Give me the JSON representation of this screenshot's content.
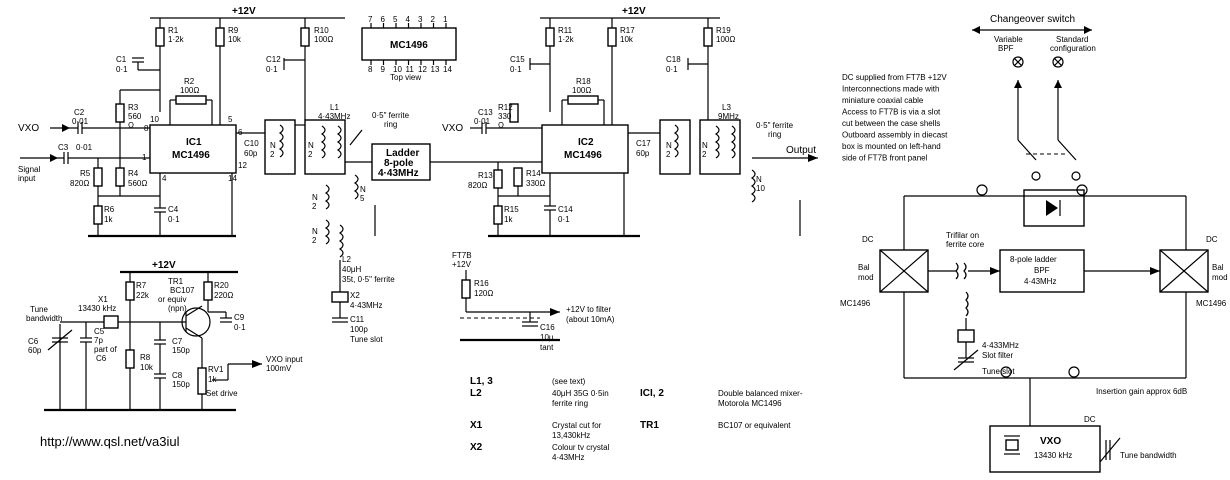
{
  "url": "http://www.qsl.net/va3iul",
  "rails": {
    "left": "+12V",
    "mid": "+12V",
    "right": "+12V",
    "vxo_rail": "+12V",
    "ft7b": "FT7B",
    "ft7b_v": "+12V"
  },
  "left": {
    "vxo_in": "VXO",
    "signal_in_1": "Signal",
    "signal_in_2": "input",
    "r1": [
      "R1",
      "1·2k"
    ],
    "r9": [
      "R9",
      "10k"
    ],
    "r10": [
      "R10",
      "100Ω"
    ],
    "r2": [
      "R2",
      "100Ω"
    ],
    "r3": [
      "R3",
      "560",
      "Ω"
    ],
    "r4": [
      "R4",
      "560Ω"
    ],
    "r5": [
      "R5",
      "820Ω"
    ],
    "r6": [
      "R6",
      "1k"
    ],
    "c1": [
      "C1",
      "0·1"
    ],
    "c2": [
      "C2",
      "0·01"
    ],
    "c3": [
      "C3",
      "0·01"
    ],
    "c4": [
      "C4",
      "0·1"
    ],
    "c12": [
      "C12",
      "0·1"
    ],
    "c10": [
      "C10",
      "60p"
    ],
    "ic1": [
      "IC1",
      "MC1496"
    ],
    "pins": [
      "10",
      "8",
      "5",
      "6",
      "1",
      "4",
      "14",
      "12"
    ],
    "l1": [
      "L1",
      "4·43MHz"
    ],
    "n2a": [
      "N",
      "2"
    ],
    "n2b": [
      "N",
      "2"
    ]
  },
  "center": {
    "chip_name": "MC1496",
    "pins_top": [
      "7",
      "6",
      "5",
      "4",
      "3",
      "2",
      "1"
    ],
    "pins_bottom": [
      "8",
      "9",
      "10",
      "11",
      "12",
      "13",
      "14"
    ],
    "top_view": "Top view",
    "ferrite_ring": [
      "0·5\" ferrite",
      "ring"
    ],
    "ladder": [
      "Ladder",
      "8-pole",
      "4·43MHz"
    ],
    "n5": [
      "N",
      "5"
    ],
    "n2c": [
      "N",
      "2"
    ],
    "n2d": [
      "N",
      "2"
    ],
    "l2": [
      "L2",
      "40μH",
      "35t, 0·5\" ferrite"
    ],
    "x2": [
      "X2",
      "4·43MHz"
    ],
    "c11": [
      "C11",
      "100p",
      "Tune slot"
    ]
  },
  "mid": {
    "vxo_in": "VXO",
    "r11": [
      "R11",
      "1·2k"
    ],
    "r17": [
      "R17",
      "10k"
    ],
    "r19": [
      "R19",
      "100Ω"
    ],
    "r18": [
      "R18",
      "100Ω"
    ],
    "r12": [
      "R12",
      "330",
      "Ω"
    ],
    "r13": [
      "R13",
      "820Ω"
    ],
    "r14": [
      "R14",
      "330Ω"
    ],
    "r15": [
      "R15",
      "1k"
    ],
    "r16": [
      "R16",
      "120Ω"
    ],
    "c13": [
      "C13",
      "0·01"
    ],
    "c14": [
      "C14",
      "0·1"
    ],
    "c15": [
      "C15",
      "0·1"
    ],
    "c16": [
      "C16",
      "10μ",
      "tant"
    ],
    "c17": [
      "C17",
      "60p"
    ],
    "c18": [
      "C18",
      "0·1"
    ],
    "ic2": [
      "IC2",
      "MC1496"
    ],
    "l3": [
      "L3",
      "9MHz"
    ],
    "ferrite2": [
      "0·5\" ferrite",
      "ring"
    ],
    "output": "Output",
    "n10": [
      "N",
      "10"
    ],
    "n2e": [
      "N",
      "2"
    ],
    "n2f": [
      "N",
      "2"
    ],
    "to_filter": [
      "+12V to filter",
      "(about 10mA)"
    ]
  },
  "vxo": {
    "tune_bw": [
      "Tune",
      "bandwidth"
    ],
    "x1": [
      "X1",
      "13430 kHz"
    ],
    "r7": [
      "R7",
      "22k"
    ],
    "tr1": [
      "TR1",
      "BC107",
      "or equiv",
      "(npn)"
    ],
    "r20": [
      "R20",
      "220Ω"
    ],
    "c9": [
      "C9",
      "0·1"
    ],
    "c6": [
      "C6",
      "60p"
    ],
    "c5": [
      "C5",
      "7p",
      "part of",
      "C6"
    ],
    "r8": [
      "R8",
      "10k"
    ],
    "c7": [
      "C7",
      "150p"
    ],
    "c8": [
      "C8",
      "150p"
    ],
    "rv1": [
      "RV1",
      "1k",
      "Set drive"
    ],
    "vxo_out": [
      "VXO input",
      "100mV"
    ]
  },
  "legend": {
    "l13": "L1, 3",
    "l13_val": "(see text)",
    "l2": "L2",
    "l2_val": [
      "40μH 35G 0·5in",
      "ferrite ring"
    ],
    "ic": "ICI, 2",
    "ic_val": [
      "Double balanced mixer-",
      "Motorola MC1496"
    ],
    "x1": "X1",
    "x1_val": [
      "Crystal cut for",
      "13,430kHz"
    ],
    "tr1": "TR1",
    "tr1_val": "BC107 or equivalent",
    "x2": "X2",
    "x2_val": [
      "Colour tv crystal",
      "4·43MHz"
    ]
  },
  "block": {
    "changeover": "Changeover switch",
    "variable": [
      "Variable",
      "BPF"
    ],
    "standard": [
      "Standard",
      "configuration"
    ],
    "notes": [
      "DC supplied from FT7B +12V",
      "Interconnections made with",
      "miniature coaxial cable",
      "Access to FT7B is via a slot",
      "cut between the case shells",
      "Outboard assembly in diecast",
      "box is mounted on left-hand",
      "side of FT7B front panel"
    ],
    "dc_left": "DC",
    "dc_right": "DC",
    "dc_vxo": "DC",
    "bal_left": [
      "Bal",
      "mod"
    ],
    "bal_right": [
      "Bal",
      "mod"
    ],
    "mc_left": "MC1496",
    "mc_right": "MC1496",
    "trifilar": [
      "Trifilar on",
      "ferrite core"
    ],
    "ladder": [
      "8-pole ladder",
      "BPF",
      "4·43MHz"
    ],
    "xtal": "4·433MHz",
    "slot_filter": "Slot filter",
    "tune_slot": "Tune slot",
    "gain": "Insertion gain approx 6dB",
    "vxo": [
      "VXO",
      "13430 kHz"
    ],
    "tune_bw": "Tune bandwidth"
  }
}
